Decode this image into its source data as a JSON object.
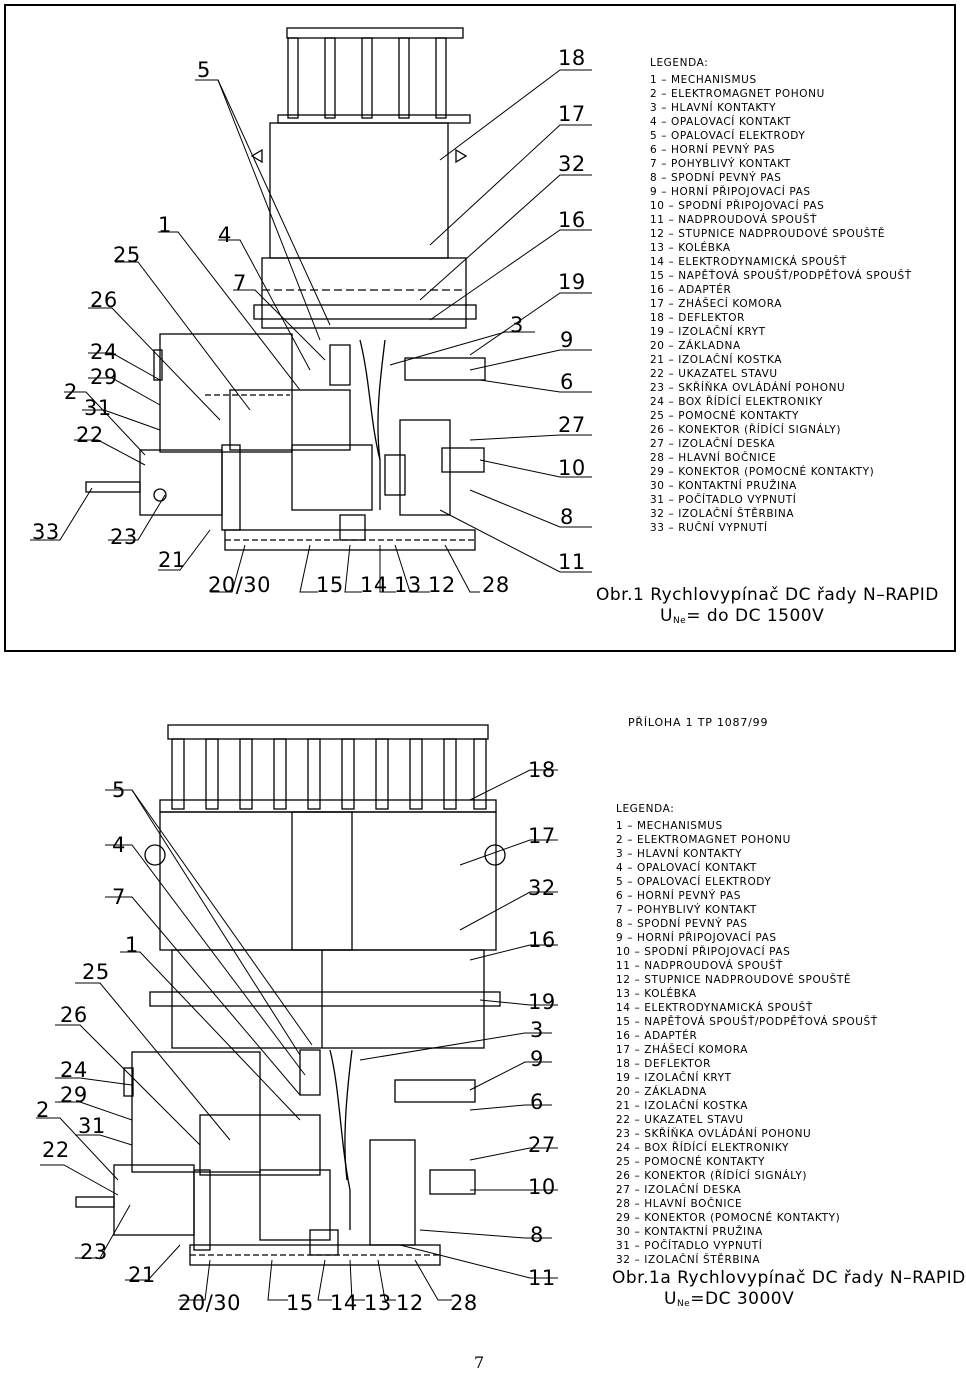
{
  "legend_heading": "LEGENDA:",
  "fig1": {
    "legend": [
      "1 – MECHANISMUS",
      "2 – ELEKTROMAGNET POHONU",
      "3 – HLAVNÍ KONTAKTY",
      "4 – OPALOVACÍ KONTAKT",
      "5 – OPALOVACÍ ELEKTRODY",
      "6 – HORNÍ PEVNÝ PAS",
      "7 – POHYBLIVÝ KONTAKT",
      "8 – SPODNÍ PEVNÝ PAS",
      "9 – HORNÍ PŘIPOJOVACÍ PAS",
      "10 – SPODNÍ PŘIPOJOVACÍ PAS",
      "11 – NADPROUDOVÁ SPOUŠŤ",
      "12 – STUPNICE NADPROUDOVÉ SPOUŠTĚ",
      "13 – KOLÉBKA",
      "14 – ELEKTRODYNAMICKÁ SPOUŠŤ",
      "15 – NAPĚŤOVÁ SPOUŠŤ/PODPĚŤOVÁ SPOUŠŤ",
      "16 – ADAPTÉR",
      "17 – ZHÁŠECÍ KOMORA",
      "18 – DEFLEKTOR",
      "19 – IZOLAČNÍ KRYT",
      "20 – ZÁKLADNA",
      "21 – IZOLAČNÍ KOSTKA",
      "22 – UKAZATEL STAVU",
      "23 – SKŘÍŇKA OVLÁDÁNÍ POHONU",
      "24 – BOX ŘÍDÍCÍ ELEKTRONIKY",
      "25 – POMOCNÉ KONTAKTY",
      "26 – KONEKTOR (ŘÍDÍCÍ SIGNÁLY)",
      "27 – IZOLAČNÍ DESKA",
      "28 – HLAVNÍ BOČNICE",
      "29 – KONEKTOR (POMOCNÉ KONTAKTY)",
      "30 – KONTAKTNÍ PRUŽINA",
      "31 – POČÍTADLO VYPNUTÍ",
      "32 – IZOLAČNÍ ŠTĚRBINA",
      "33 – RUČNÍ VYPNUTÍ"
    ],
    "caption_line1": "Obr.1 Rychlovypínač DC řady N–RAPID",
    "caption_u": "U",
    "caption_sub": "Ne",
    "caption_rest": "= do DC 1500V",
    "labels_left": [
      "5",
      "1",
      "4",
      "25",
      "7",
      "26",
      "24",
      "29",
      "2",
      "31",
      "22",
      "33",
      "23",
      "21"
    ],
    "labels_right": [
      "18",
      "17",
      "32",
      "16",
      "19",
      "3",
      "9",
      "6",
      "27",
      "10",
      "8",
      "11"
    ],
    "labels_bottom": [
      "20/30",
      "15",
      "14",
      "13",
      "12",
      "28"
    ]
  },
  "annex_label": "PŘÍLOHA 1 TP 1087/99",
  "fig2": {
    "legend": [
      "1 – MECHANISMUS",
      "2 – ELEKTROMAGNET POHONU",
      "3 – HLAVNÍ KONTAKTY",
      "4 – OPALOVACÍ KONTAKT",
      "5 – OPALOVACÍ ELEKTRODY",
      "6 – HORNÍ PEVNÝ PAS",
      "7 – POHYBLIVÝ KONTAKT",
      "8 – SPODNÍ PEVNÝ PAS",
      "9 – HORNÍ PŘIPOJOVACÍ PAS",
      "10 – SPODNÍ PŘIPOJOVACÍ PAS",
      "11 – NADPROUDOVÁ SPOUŠŤ",
      "12 – STUPNICE NADPROUDOVÉ SPOUŠTĚ",
      "13 – KOLÉBKA",
      "14 – ELEKTRODYNAMICKÁ SPOUŠŤ",
      "15 – NAPĚŤOVÁ SPOUŠŤ/PODPĚŤOVÁ SPOUŠŤ",
      "16 – ADAPTÉR",
      "17 – ZHÁŠECÍ KOMORA",
      "18 – DEFLEKTOR",
      "19 – IZOLAČNÍ KRYT",
      "20 – ZÁKLADNA",
      "21 – IZOLAČNÍ KOSTKA",
      "22 – UKAZATEL STAVU",
      "23 – SKŘÍŇKA OVLÁDÁNÍ POHONU",
      "24 – BOX ŘÍDÍCÍ ELEKTRONIKY",
      "25 – POMOCNÉ KONTAKTY",
      "26 – KONEKTOR (ŘÍDÍCÍ SIGNÁLY)",
      "27 – IZOLAČNÍ DESKA",
      "28 – HLAVNÍ BOČNICE",
      "29 – KONEKTOR (POMOCNÉ KONTAKTY)",
      "30 – KONTAKTNÍ PRUŽINA",
      "31 – POČÍTADLO VYPNUTÍ",
      "32 – IZOLAČNÍ ŠTĚRBINA"
    ],
    "caption_line1": "Obr.1a Rychlovypínač DC řady N–RAPID",
    "caption_u": "U",
    "caption_sub": "Ne",
    "caption_rest": "=DC 3000V",
    "labels_left": [
      "5",
      "4",
      "7",
      "1",
      "25",
      "26",
      "24",
      "29",
      "2",
      "31",
      "22",
      "23",
      "21"
    ],
    "labels_right": [
      "18",
      "17",
      "32",
      "16",
      "19",
      "3",
      "9",
      "6",
      "27",
      "10",
      "8",
      "11"
    ],
    "labels_bottom": [
      "20/30",
      "15",
      "14",
      "13",
      "12",
      "28"
    ]
  },
  "page_number": "7"
}
